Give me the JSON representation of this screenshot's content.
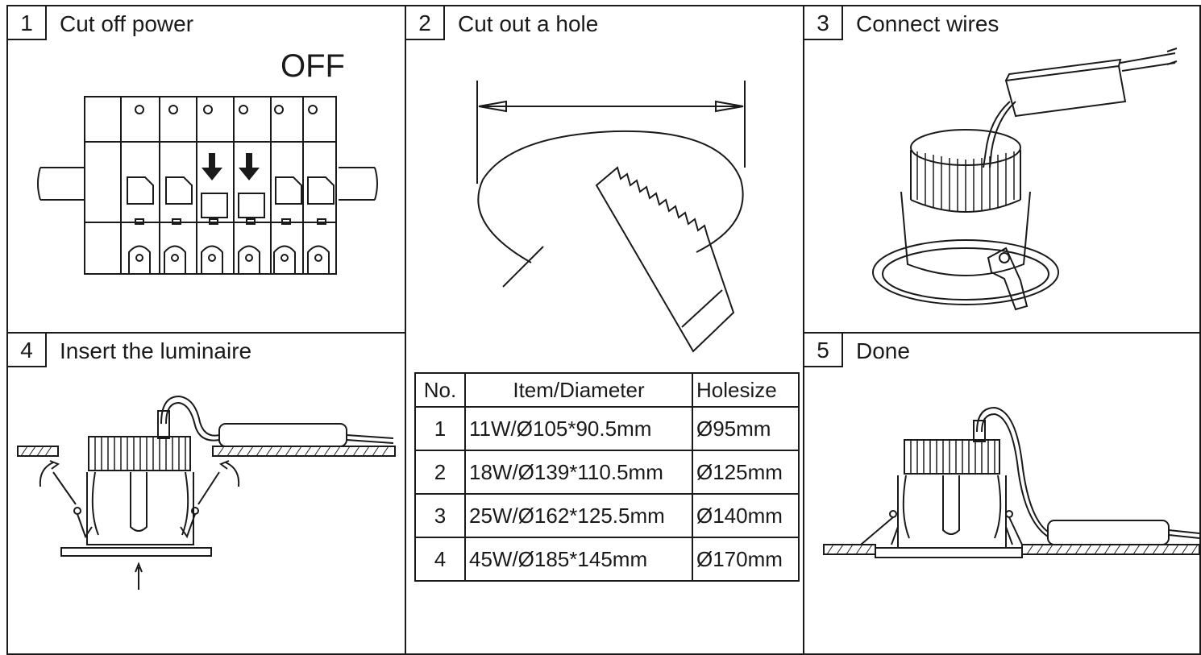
{
  "steps": [
    {
      "number": "1",
      "title": "Cut off power",
      "note": "OFF"
    },
    {
      "number": "2",
      "title": "Cut out a hole"
    },
    {
      "number": "3",
      "title": "Connect wires"
    },
    {
      "number": "4",
      "title": "Insert the luminaire"
    },
    {
      "number": "5",
      "title": "Done"
    }
  ],
  "table": {
    "headers": [
      "No.",
      "Item/Diameter",
      "Holesize"
    ],
    "rows": [
      [
        "1",
        "11W/Ø105*90.5mm",
        "Ø95mm"
      ],
      [
        "2",
        "18W/Ø139*110.5mm",
        "Ø125mm"
      ],
      [
        "3",
        "25W/Ø162*125.5mm",
        "Ø140mm"
      ],
      [
        "4",
        "45W/Ø185*145mm",
        "Ø170mm"
      ]
    ]
  }
}
